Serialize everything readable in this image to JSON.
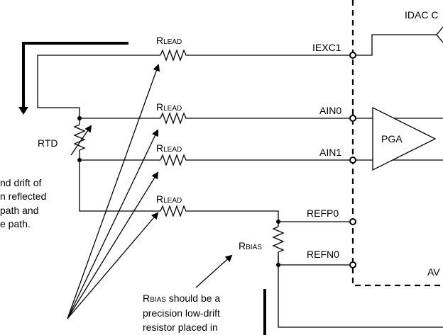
{
  "labels": {
    "idac": "IDAC C",
    "iexc1": "IEXC1",
    "ain0": "AIN0",
    "ain1": "AIN1",
    "refp0": "REFP0",
    "refn0": "REFN0",
    "av": "AV",
    "pga": "PGA",
    "rtd": "RTD",
    "r_lead_main": "R",
    "r_lead_sub": "LEAD",
    "r_bias_main": "R",
    "r_bias_sub": "BIAS"
  },
  "left_note": [
    "nd drift of",
    "n reflected",
    "path and",
    "e path."
  ],
  "bias_note": {
    "line1_main": "R",
    "line1_sub": "BIAS",
    "line1_rest": " should be a",
    "line2": "precision low-drift",
    "line3": "resistor placed in"
  }
}
